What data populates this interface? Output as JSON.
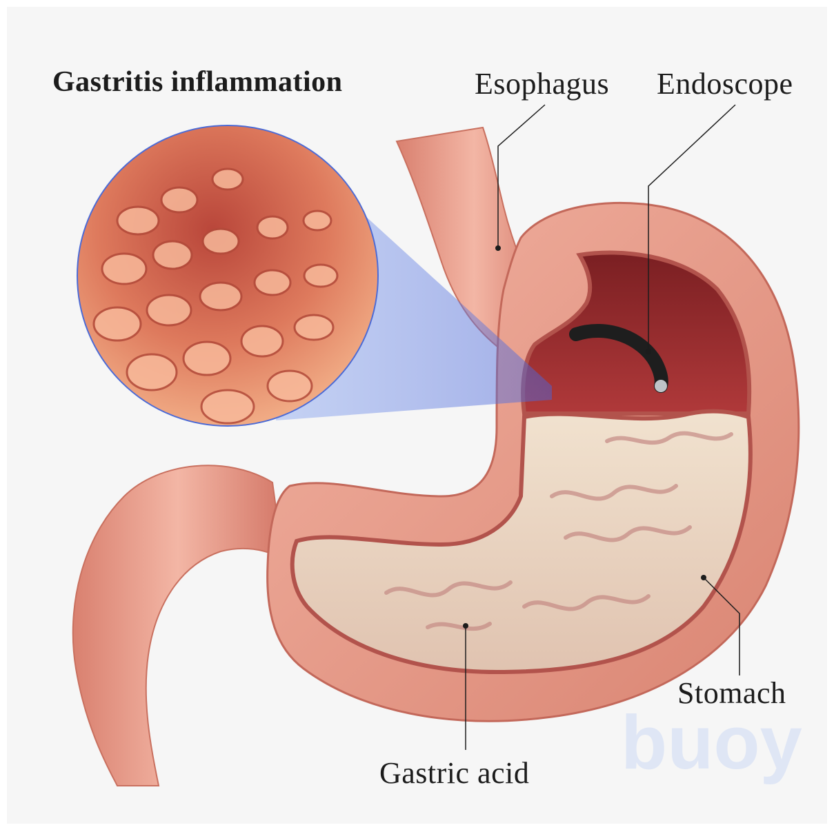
{
  "title": "Gastritis inflammation",
  "labels": {
    "esophagus": "Esophagus",
    "endoscope": "Endoscope",
    "stomach": "Stomach",
    "gastric_acid": "Gastric acid"
  },
  "watermark": "buoy",
  "colors": {
    "background": "#f6f6f6",
    "tissue": "#e9a08f",
    "tissue_dark": "#c96a5c",
    "interior": "#8a2a2a",
    "acid": "#ecdcc8",
    "magnifier": "#6d8fe8",
    "watermark": "#dfe6f5",
    "line": "#1c1c1c"
  }
}
